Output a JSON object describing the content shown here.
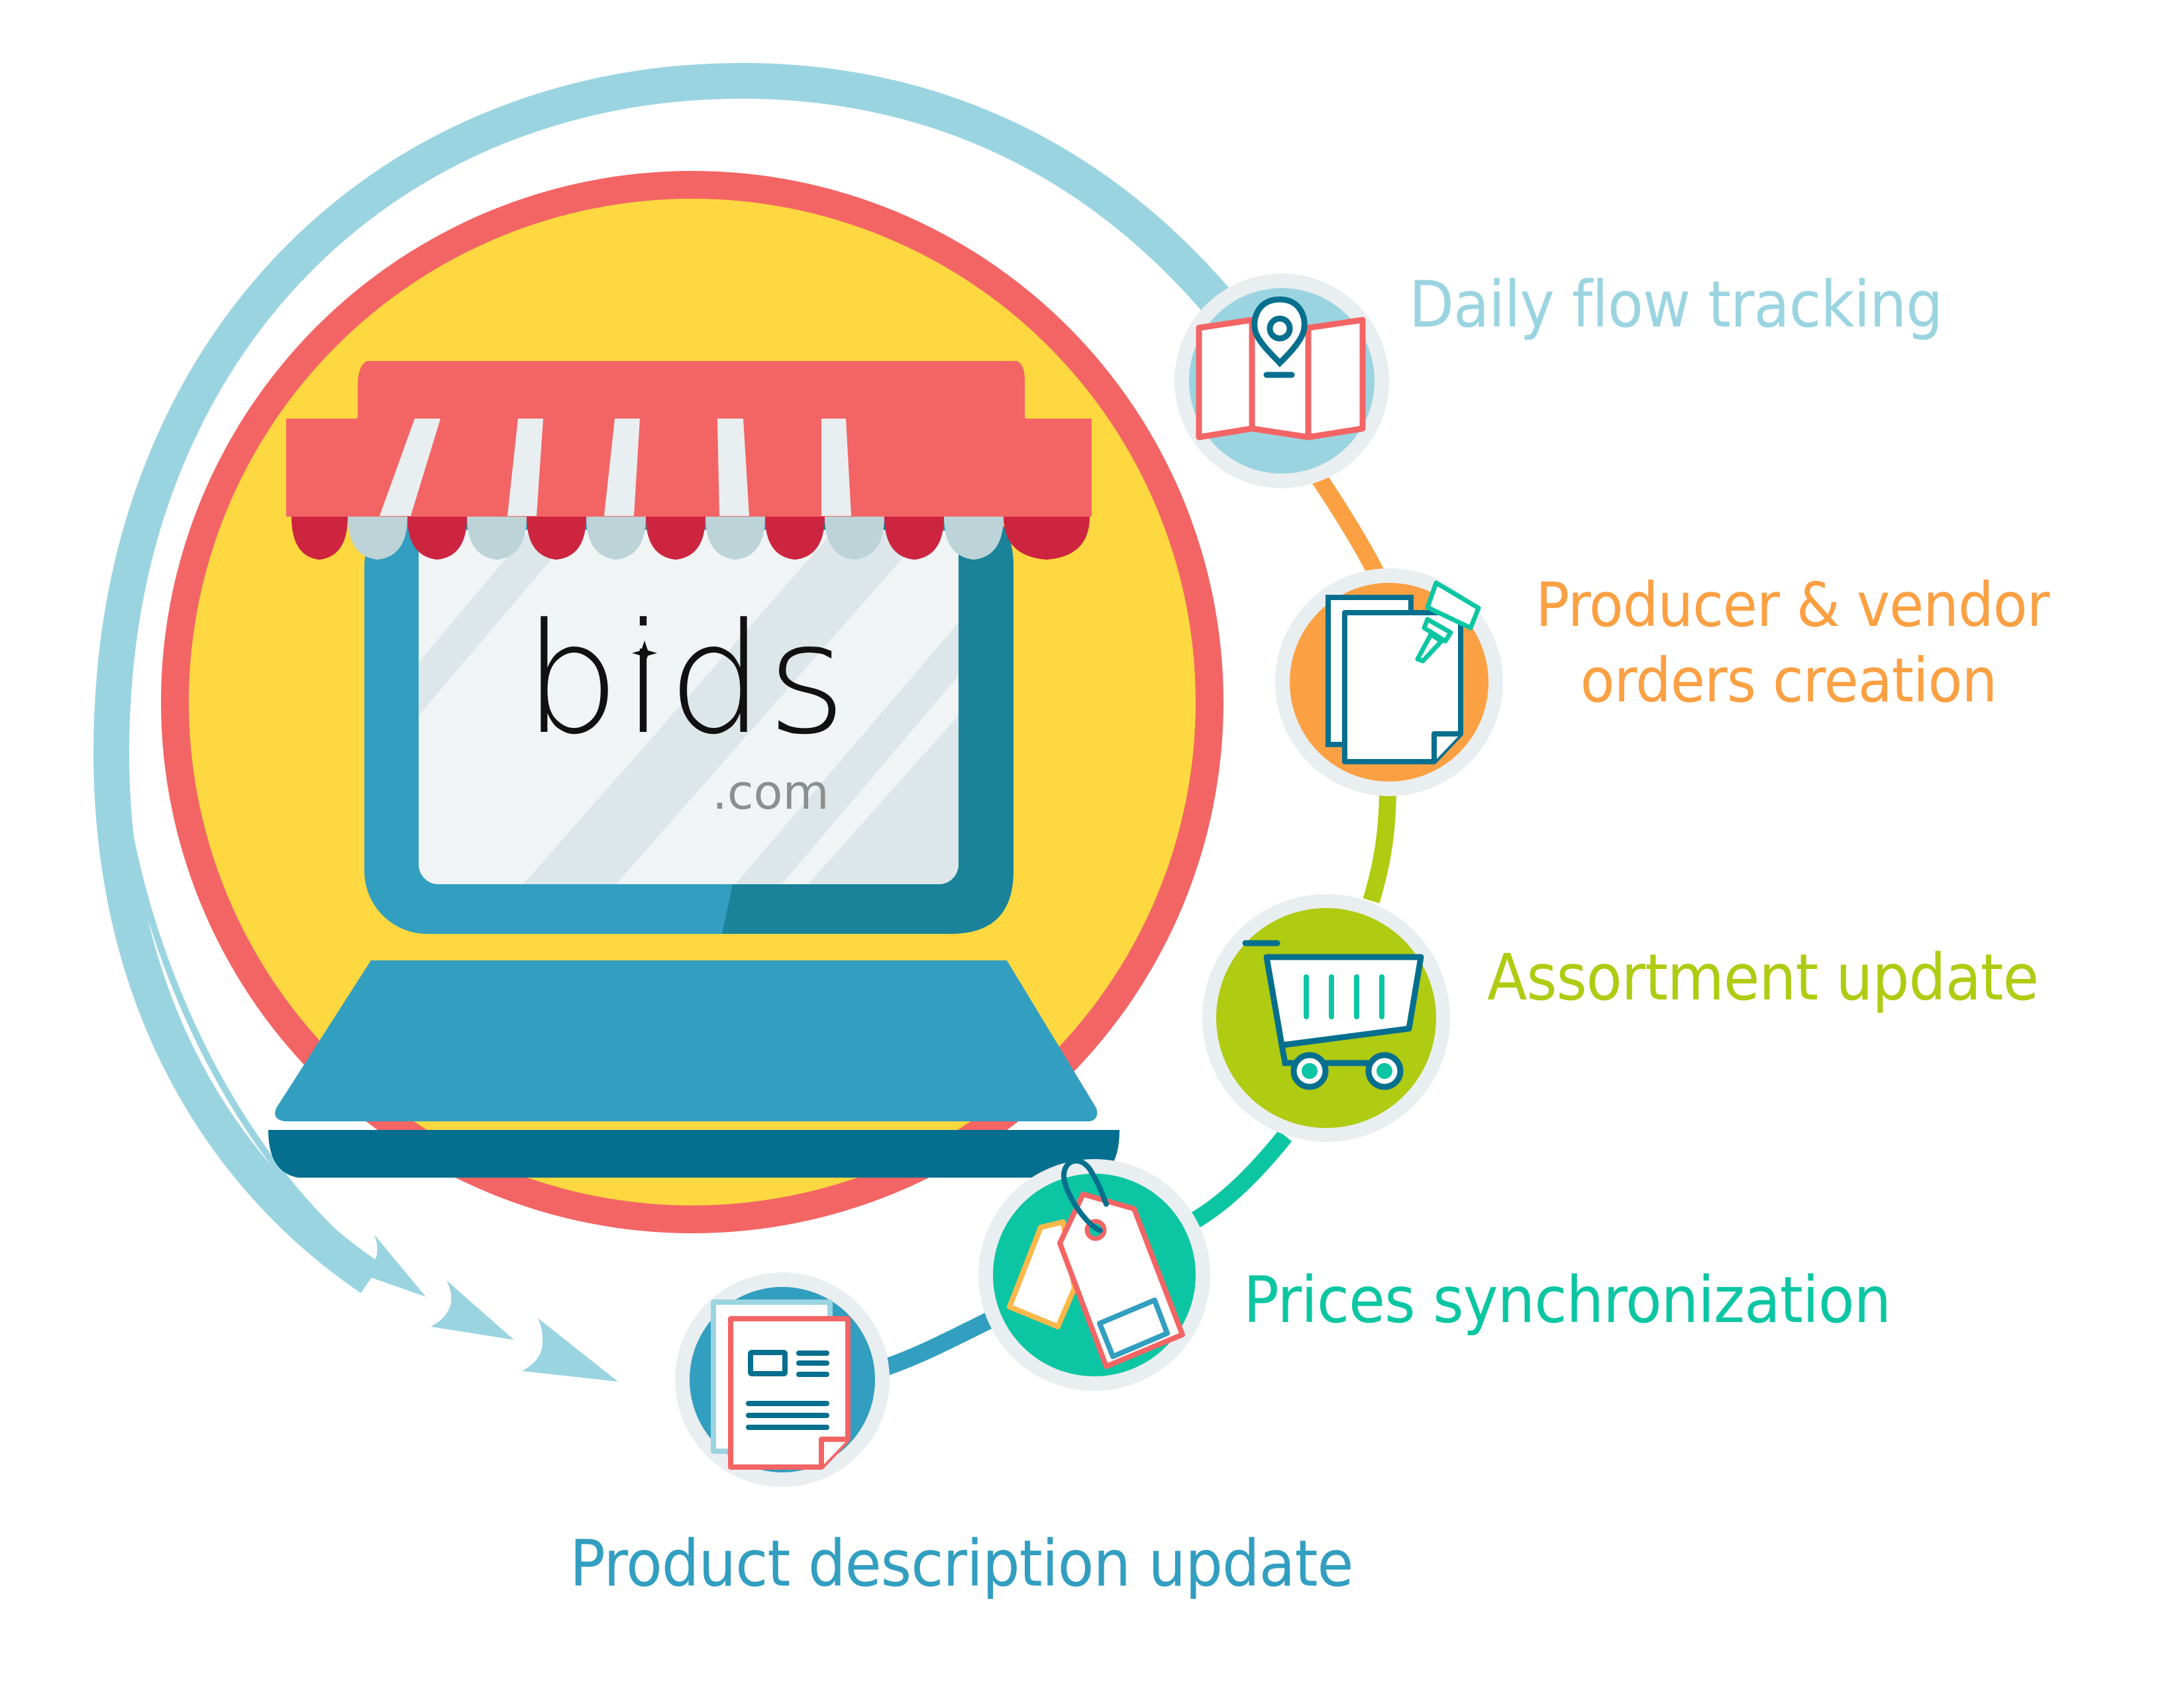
{
  "colors": {
    "background": "#ffffff",
    "arc_blue_light": "#9bd4e1",
    "ring_red": "#f36565",
    "sun_yellow": "#fed841",
    "awning_red": "#f36565",
    "awning_scallop_dark": "#cd2540",
    "awning_white": "#e9eef0",
    "awning_scallop_grey": "#bcd3d8",
    "laptop_blue": "#329ec0",
    "laptop_teal_dark": "#1a839a",
    "laptop_base_dark": "#046f8e",
    "screen_light": "#f0f4f5",
    "screen_stripe": "#dde6e8",
    "node_outer": "#e9eef0",
    "icon_dark": "#066f8e",
    "icon_red": "#f36565",
    "icon_teal": "#0cc6a3",
    "icon_amber": "#fdb74a",
    "label_daily": "#9bd4e1",
    "label_producer": "#fba043",
    "label_assortment": "#afcb12",
    "label_prices": "#0cc6a3",
    "label_product": "#329ec0",
    "connector_orange": "#fba043",
    "connector_green": "#afcb12",
    "connector_teal": "#0cc6a3",
    "connector_blue": "#329ec0"
  },
  "logo": {
    "wordmark": "bids",
    "suffix": ".com"
  },
  "steps": [
    {
      "label": "Daily flow tracking",
      "icon": "map-location-icon",
      "fill": "#9bd4e1"
    },
    {
      "label_line1": "Producer & vendor",
      "label_line2": "orders creation",
      "icon": "pinned-documents-icon",
      "fill": "#fba043"
    },
    {
      "label": "Assortment update",
      "icon": "shopping-cart-icon",
      "fill": "#afcb12"
    },
    {
      "label": "Prices synchronization",
      "icon": "price-tags-icon",
      "fill": "#0cc6a3"
    },
    {
      "label": "Product description update",
      "icon": "product-sheet-icon",
      "fill": "#329ec0"
    }
  ]
}
